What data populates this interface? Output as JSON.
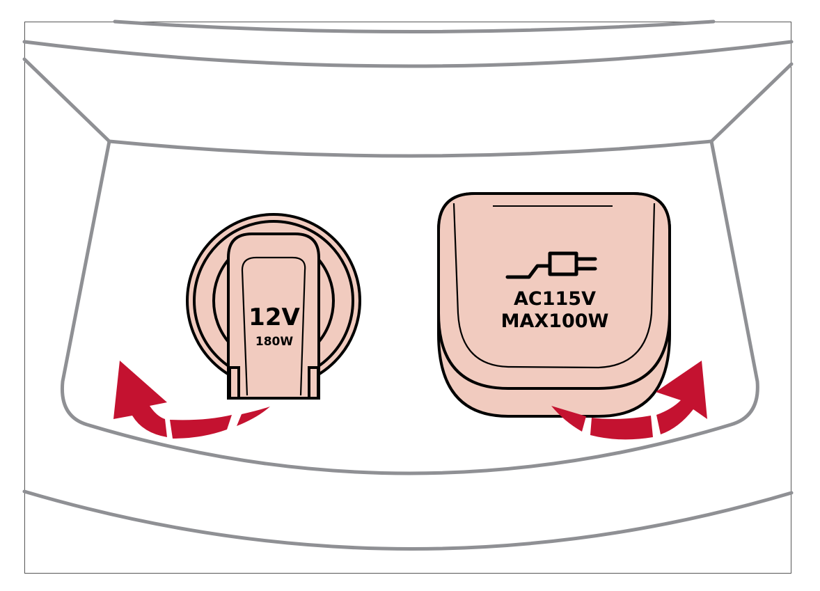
{
  "outlet_12v": {
    "voltage": "12V",
    "power": "180W"
  },
  "outlet_ac": {
    "voltage": "AC115V",
    "power": "MAX100W",
    "icon": "plug-icon"
  },
  "colors": {
    "arrow": "#c41230",
    "cover": "#f1cbbf",
    "outline": "#8f9094"
  }
}
